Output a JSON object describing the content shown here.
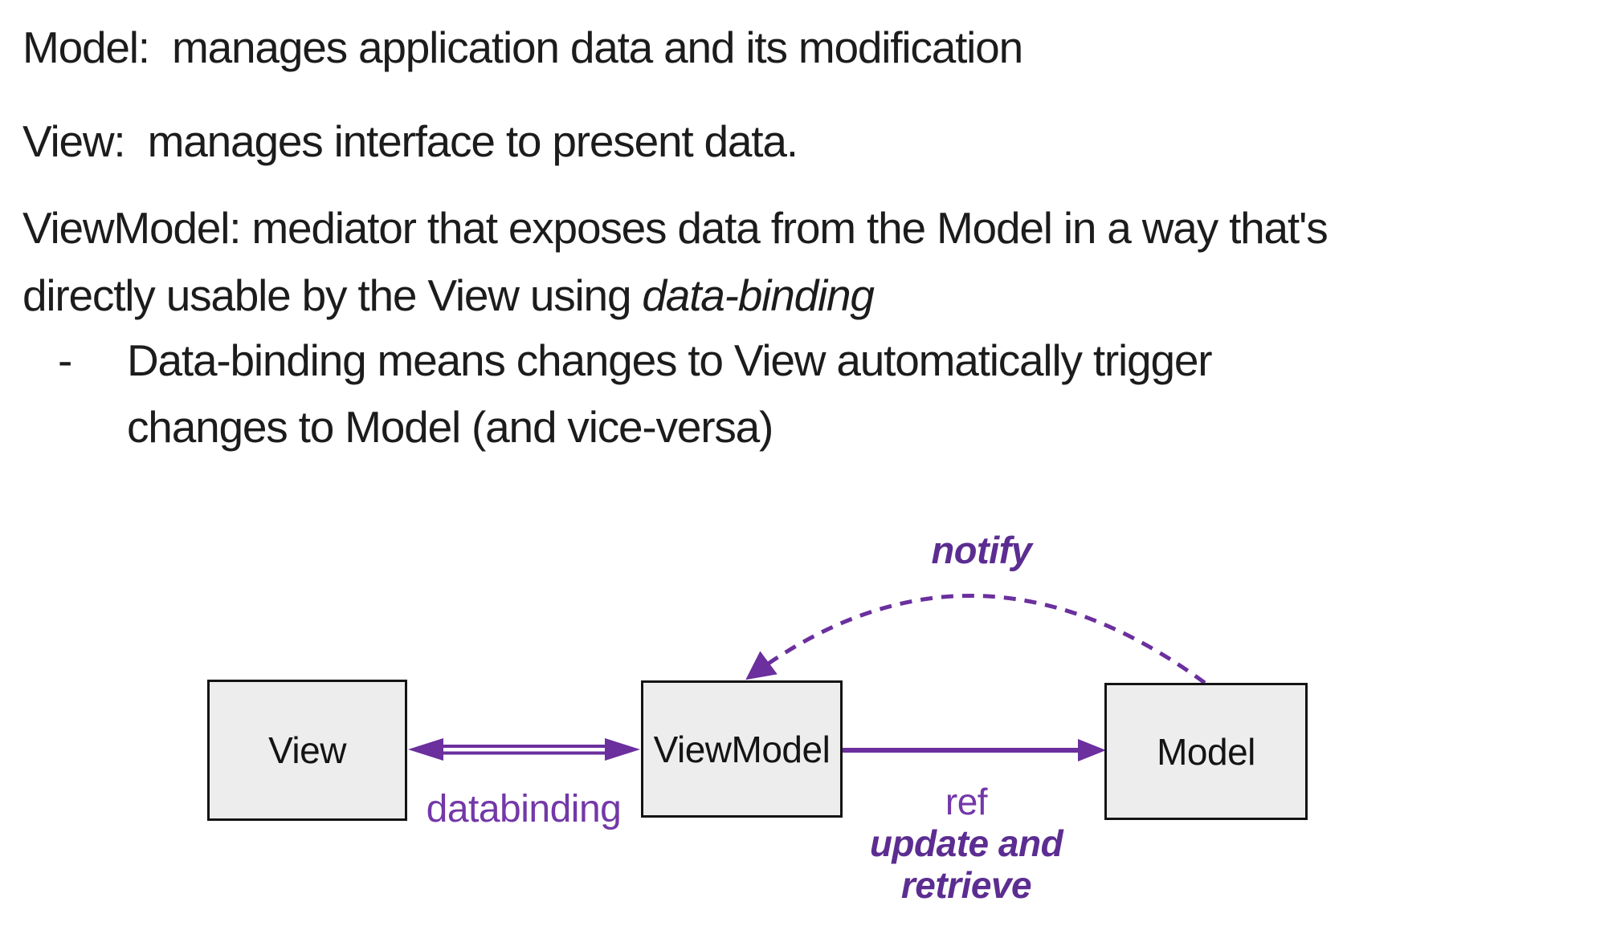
{
  "page": {
    "background": "#ffffff"
  },
  "colors": {
    "body_text": "#1c1c1c",
    "purple_accent": "#6b2f9e",
    "purple_text": "#7338a8",
    "purple_bold_text": "#5c2d91",
    "box_fill": "#ededed",
    "box_border": "#141414"
  },
  "description": {
    "line1": "Model:  manages application data and its modification",
    "line2": "View:  manages interface to present data.",
    "line3": "ViewModel: mediator that exposes data from the Model in a way that's",
    "line4_prefix": "directly usable by the View using ",
    "line4_emphasis": "data-binding",
    "bullet_marker": "-",
    "bullet_line1": "Data-binding means changes to View automatically trigger",
    "bullet_line2": "changes to Model (and vice-versa)"
  },
  "diagram": {
    "boxes": [
      {
        "id": "view",
        "label": "View"
      },
      {
        "id": "viewmodel",
        "label": "ViewModel"
      },
      {
        "id": "model",
        "label": "Model"
      }
    ],
    "edges": [
      {
        "id": "databinding",
        "type": "double-headed-arrow",
        "from": "View",
        "to": "ViewModel",
        "label": "databinding"
      },
      {
        "id": "ref",
        "type": "solid-arrow",
        "from": "ViewModel",
        "to": "Model",
        "label_line1": "ref",
        "label_line2": "update and",
        "label_line3": "retrieve"
      },
      {
        "id": "notify",
        "type": "dashed-curved-arrow",
        "from": "Model",
        "to": "ViewModel",
        "label": "notify"
      }
    ]
  }
}
